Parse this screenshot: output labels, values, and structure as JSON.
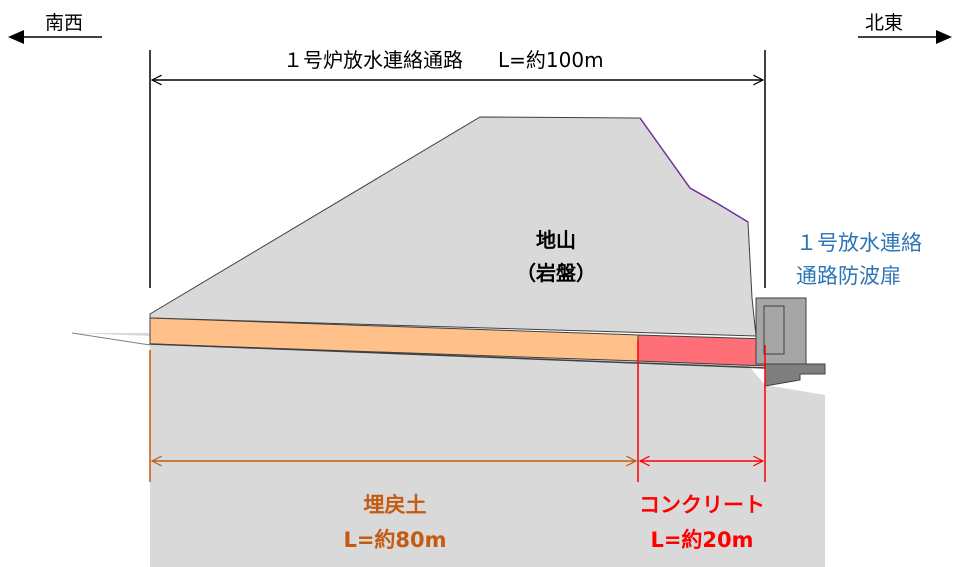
{
  "directions": {
    "left": "南西",
    "right": "北東"
  },
  "passage": {
    "label": "１号炉放水連絡通路",
    "length": "L=約100m"
  },
  "ground": {
    "line1": "地山",
    "line2": "（岩盤）"
  },
  "door": {
    "line1": "１号放水連絡",
    "line2": "通路防波扉"
  },
  "backfill": {
    "name": "埋戻土",
    "length": "L=約80m"
  },
  "concrete": {
    "name": "コンクリート",
    "length": "L=約20m"
  },
  "colors": {
    "ground_fill": "#d9d9d9",
    "backfill_fill": "#ffc08a",
    "backfill_text": "#c55a11",
    "concrete_fill": "#ff6f78",
    "concrete_text": "#ff0000",
    "door_text": "#2e75b6",
    "door_block": "#a6a6a6",
    "outline": "#404040",
    "ridge_edge": "#7030a0"
  }
}
